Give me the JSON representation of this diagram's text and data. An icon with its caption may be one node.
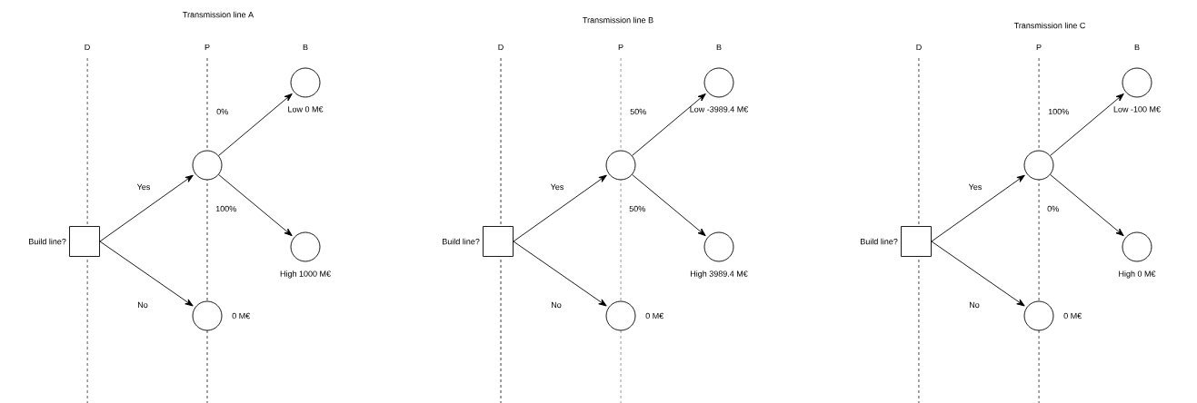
{
  "diagram": {
    "nodes": [
      {
        "text": [],
        "shape": "box",
        "beside": [
          "Build line?"
        ]
      },
      {
        "text": [],
        "shape": "circle"
      },
      {
        "text": [],
        "shape": "circle",
        "beside": [
          "Low 0 M€"
        ]
      },
      {
        "text": [],
        "shape": "circle",
        "beside": [
          "High 1000 M€"
        ]
      },
      {
        "text": [],
        "shape": "circle",
        "beside": [
          "0 M€"
        ]
      },
      {
        "text": [],
        "shape": "box",
        "beside": [
          "Build line?"
        ]
      },
      {
        "text": [],
        "shape": "circle"
      },
      {
        "text": [],
        "shape": "circle",
        "beside": [
          "Low -3989.4 M€"
        ]
      },
      {
        "text": [],
        "shape": "circle",
        "beside": [
          "High 3989.4 M€"
        ]
      },
      {
        "text": [],
        "shape": "circle",
        "beside": [
          "0 M€"
        ]
      },
      {
        "text": [],
        "shape": "box",
        "beside": [
          "Build line?"
        ]
      },
      {
        "text": [],
        "shape": "circle"
      },
      {
        "text": [],
        "shape": "circle",
        "beside": [
          "Low -100 M€"
        ]
      },
      {
        "text": [],
        "shape": "circle",
        "beside": [
          "High 0 M€"
        ]
      },
      {
        "text": [],
        "shape": "circle",
        "beside": [
          "0 M€"
        ]
      }
    ],
    "edges": [
      {
        "from": 0,
        "to": 1,
        "arrow": "to",
        "label": "Yes"
      },
      {
        "from": 0,
        "to": 4,
        "arrow": "to",
        "label": "No"
      },
      {
        "from": 1,
        "to": 2,
        "arrow": "to",
        "label": "0%"
      },
      {
        "from": 1,
        "to": 3,
        "arrow": "to",
        "label": "100%"
      },
      {
        "from": 5,
        "to": 6,
        "arrow": "to",
        "label": "Yes"
      },
      {
        "from": 5,
        "to": 9,
        "arrow": "to",
        "label": "No"
      },
      {
        "from": 6,
        "to": 7,
        "arrow": "to",
        "label": "50%"
      },
      {
        "from": 6,
        "to": 8,
        "arrow": "to",
        "label": "50%"
      },
      {
        "from": 10,
        "to": 11,
        "arrow": "to",
        "label": "Yes"
      },
      {
        "from": 10,
        "to": 14,
        "arrow": "to",
        "label": "No"
      },
      {
        "from": 11,
        "to": 12,
        "arrow": "to",
        "label": "100%"
      },
      {
        "from": 11,
        "to": 13,
        "arrow": "to",
        "label": "0%"
      }
    ],
    "labels": [
      "Transmission line A",
      "D",
      "P",
      "B",
      "Transmission line B",
      "D",
      "P",
      "B",
      "Transmission line C",
      "D",
      "P",
      "B"
    ]
  }
}
